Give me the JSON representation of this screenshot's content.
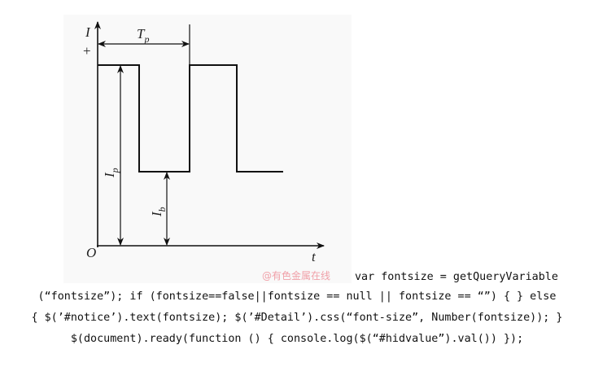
{
  "figure": {
    "labels": {
      "y_axis": "I",
      "plus": "+",
      "period": "T",
      "period_sub": "p",
      "peak": "I",
      "peak_sub": "p",
      "base": "I",
      "base_sub": "b",
      "origin": "O",
      "x_axis": "t"
    },
    "watermark": "@有色金属在线"
  },
  "code_lines": [
    "var fontsize = getQueryVariable",
    "(“fontsize”); if (fontsize==false||fontsize == null || fontsize == “”) { } else",
    "{ $(’#notice’).text(fontsize); $(’#Detail’).css(“font-size”, Number(fontsize)); }",
    "$(document).ready(function () { console.log($(“#hidvalue”).val()) });"
  ]
}
